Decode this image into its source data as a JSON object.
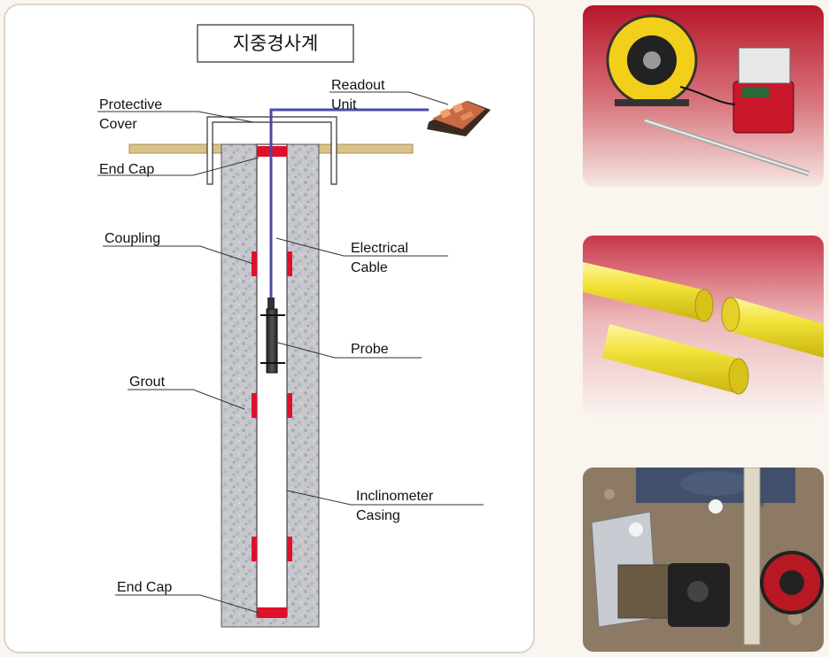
{
  "diagram": {
    "title": "지중경사계",
    "labels": {
      "protective_cover_1": "Protective",
      "protective_cover_2": "Cover",
      "readout_unit_1": "Readout",
      "readout_unit_2": "Unit",
      "end_cap_top": "End Cap",
      "coupling": "Coupling",
      "electrical_cable_1": "Electrical",
      "electrical_cable_2": "Cable",
      "probe": "Probe",
      "grout": "Grout",
      "inclinometer_casing_1": "Inclinometer",
      "inclinometer_casing_2": "Casing",
      "end_cap_bottom": "End Cap"
    },
    "colors": {
      "casing_red": "#e0102a",
      "cable_blue": "#4a4aa8",
      "ground": "#d8c28a",
      "grout": "#c4c6cc"
    }
  },
  "photos": [
    {
      "icon": "inclinometer-equipment-photo"
    },
    {
      "icon": "yellow-casing-pipes-photo"
    },
    {
      "icon": "field-installation-photo"
    }
  ]
}
